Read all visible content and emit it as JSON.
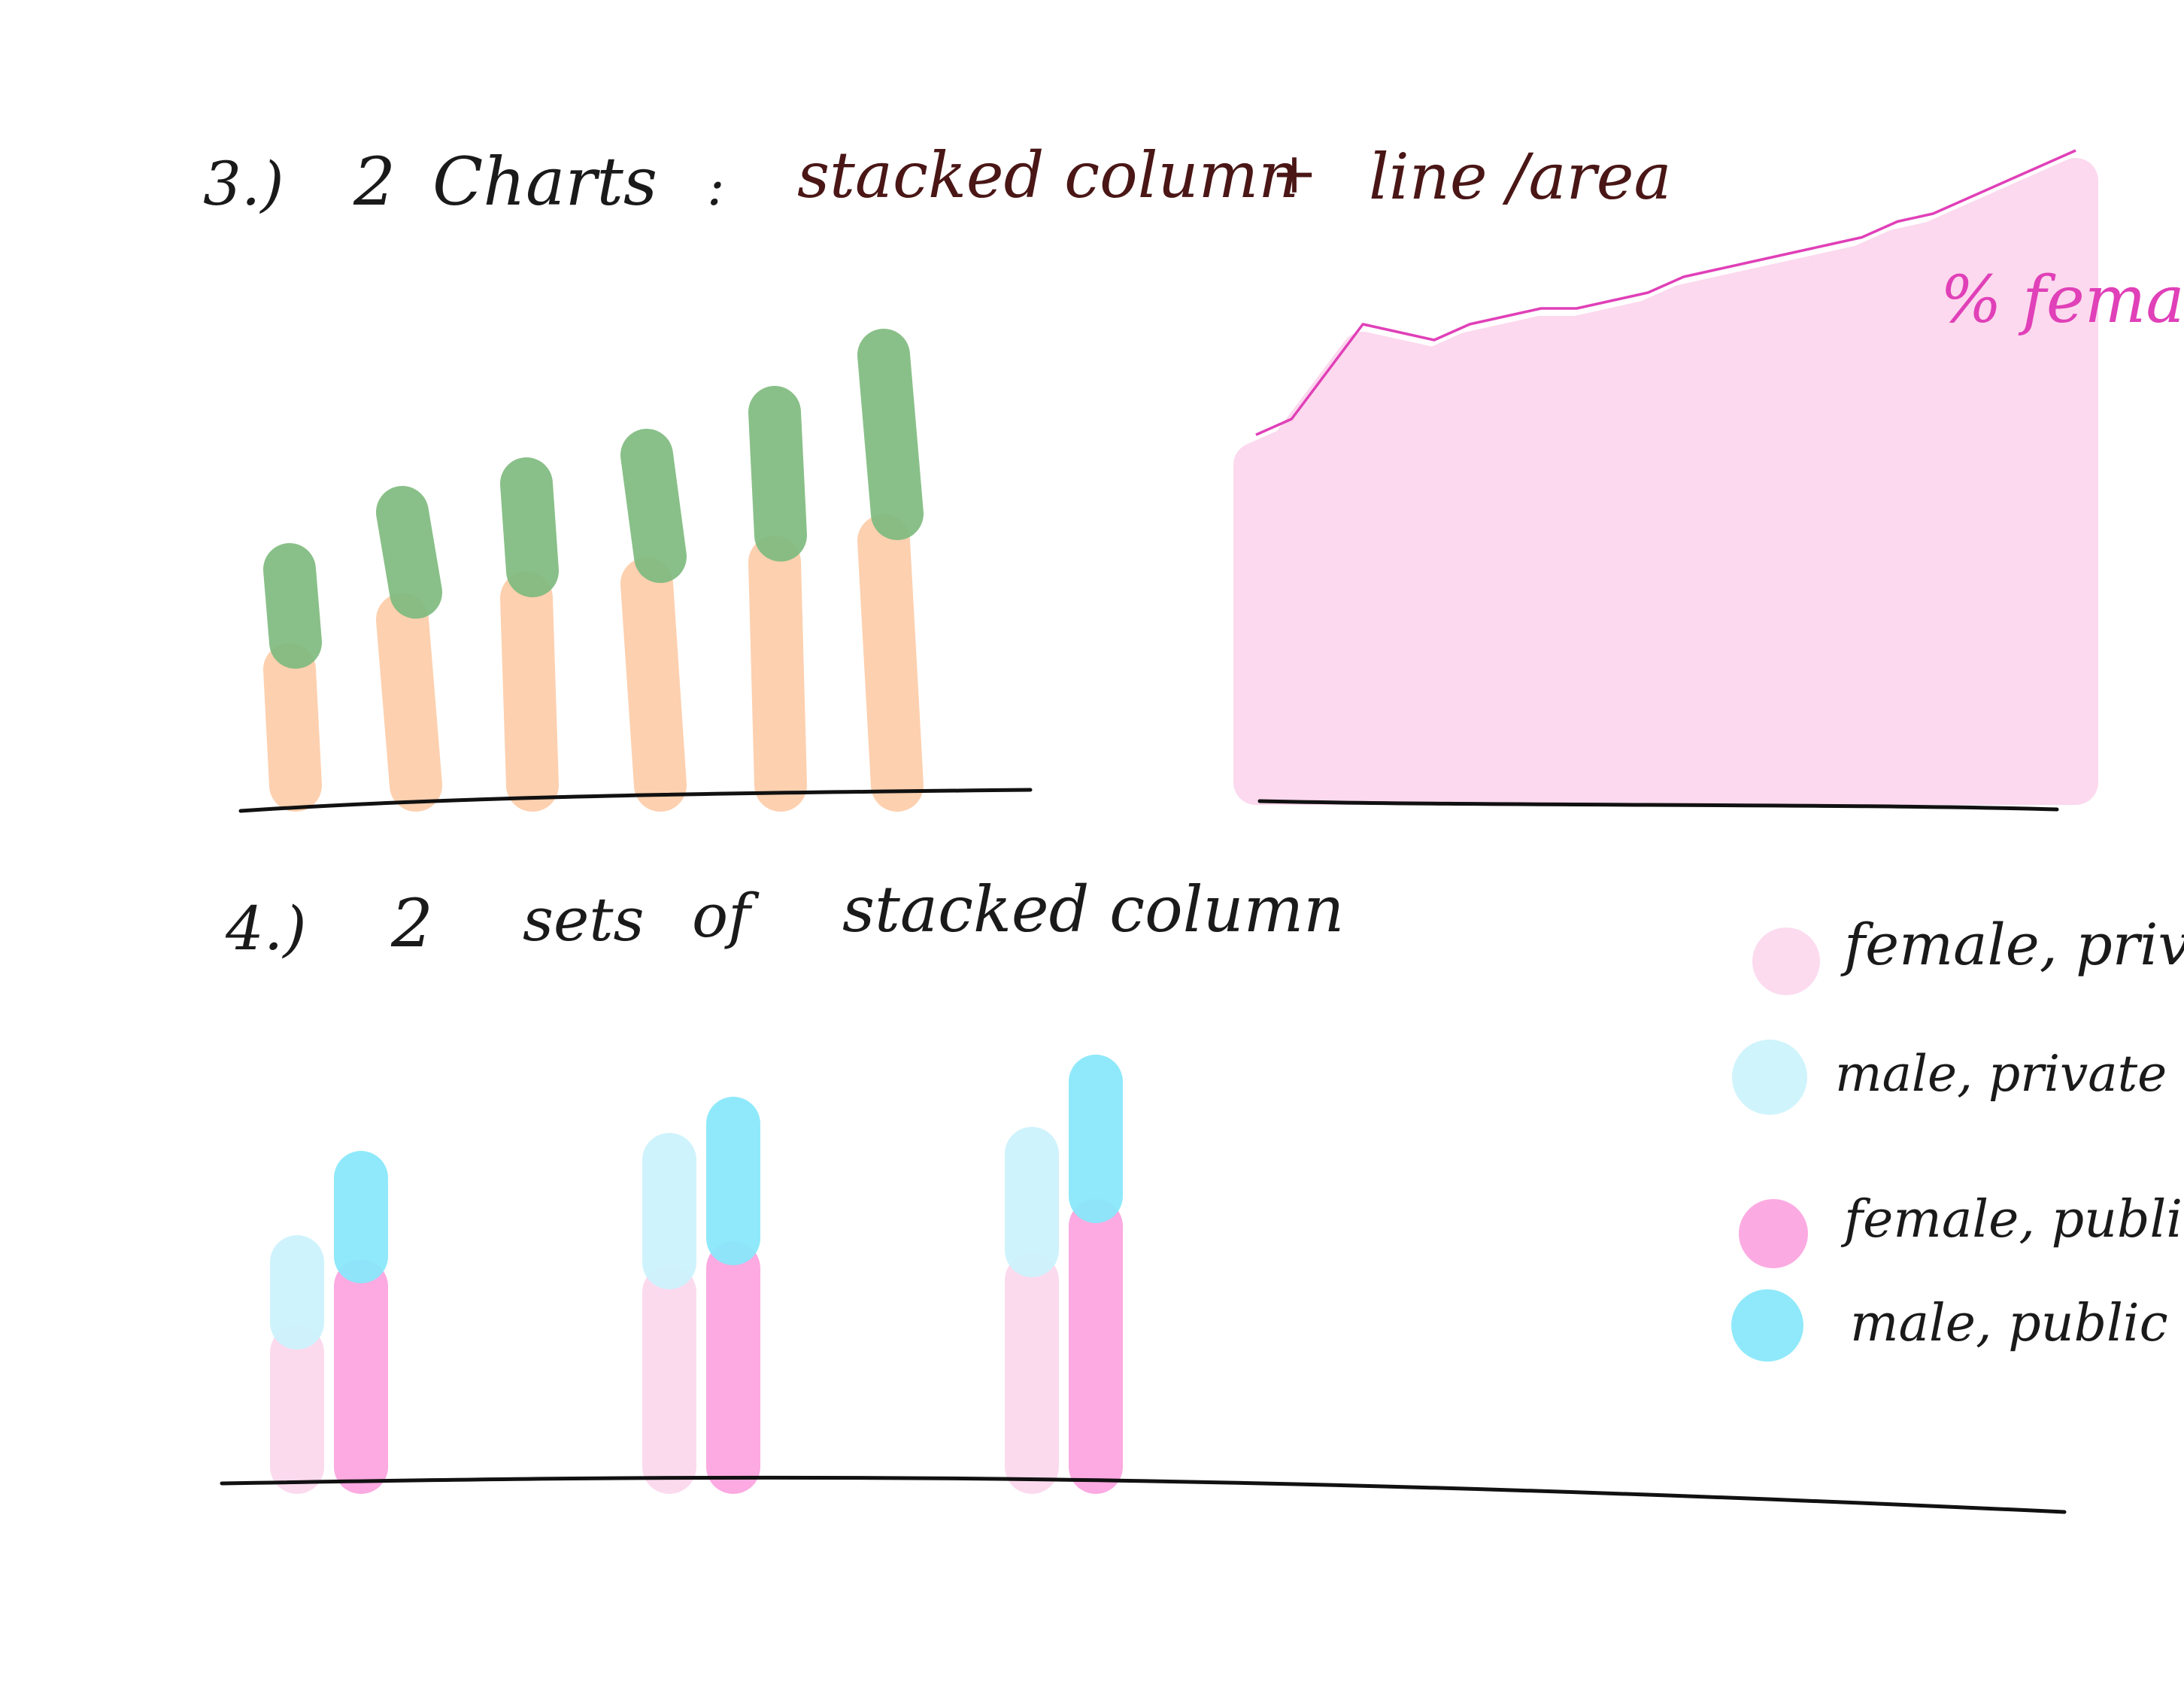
{
  "headings": {
    "sketch3": {
      "number": "3.)",
      "count": "2",
      "word": "Charts",
      "colon": ":",
      "type_a": "stacked column",
      "plus": "+",
      "type_b": "line /area"
    },
    "sketch4": {
      "number": "4.)",
      "count": "2",
      "word1": "sets",
      "word2": "of",
      "type": "stacked column"
    }
  },
  "area_label": "% female",
  "legend": [
    {
      "label": "female, private",
      "color": "#fcd9ee"
    },
    {
      "label": "male, private",
      "color": "#cdf3fc"
    },
    {
      "label": "female, public",
      "color": "#fca6e0"
    },
    {
      "label": "male, public",
      "color": "#8ae8fb"
    }
  ],
  "chart_data": [
    {
      "type": "bar",
      "stacked": true,
      "categories": [
        "",
        "",
        "",
        "",
        "",
        ""
      ],
      "series": [
        {
          "color": "#fdcda9",
          "values": [
            20,
            27,
            30,
            32,
            35,
            38
          ]
        },
        {
          "color": "#7fbb7f",
          "values": [
            14,
            15,
            16,
            18,
            21,
            26
          ]
        }
      ]
    },
    {
      "type": "area",
      "line_color": "#e040b8",
      "fill_color": "#fcd9ee",
      "x": [
        0,
        1,
        2,
        3,
        4,
        5,
        6,
        7,
        8,
        9,
        10,
        11,
        12,
        13,
        14,
        15,
        16,
        17,
        18,
        19,
        20,
        21,
        22,
        23
      ],
      "values": [
        44,
        46,
        52,
        58,
        57,
        56,
        58,
        59,
        60,
        60,
        61,
        62,
        64,
        65,
        66,
        67,
        68,
        69,
        71,
        72,
        74,
        76,
        78,
        80
      ]
    },
    {
      "type": "bar",
      "stacked": true,
      "grouped": true,
      "categories": [
        "",
        "",
        ""
      ],
      "series": [
        {
          "name": "female, private",
          "color": "#fcd9ee",
          "values": [
            24,
            34,
            36
          ]
        },
        {
          "name": "male, private",
          "color": "#cdf3fc",
          "values": [
            15,
            22,
            21
          ]
        },
        {
          "name": "female, public",
          "color": "#fca6e0",
          "values": [
            35,
            38,
            45
          ]
        },
        {
          "name": "male, public",
          "color": "#8ae8fb",
          "values": [
            18,
            24,
            24
          ]
        }
      ]
    }
  ]
}
